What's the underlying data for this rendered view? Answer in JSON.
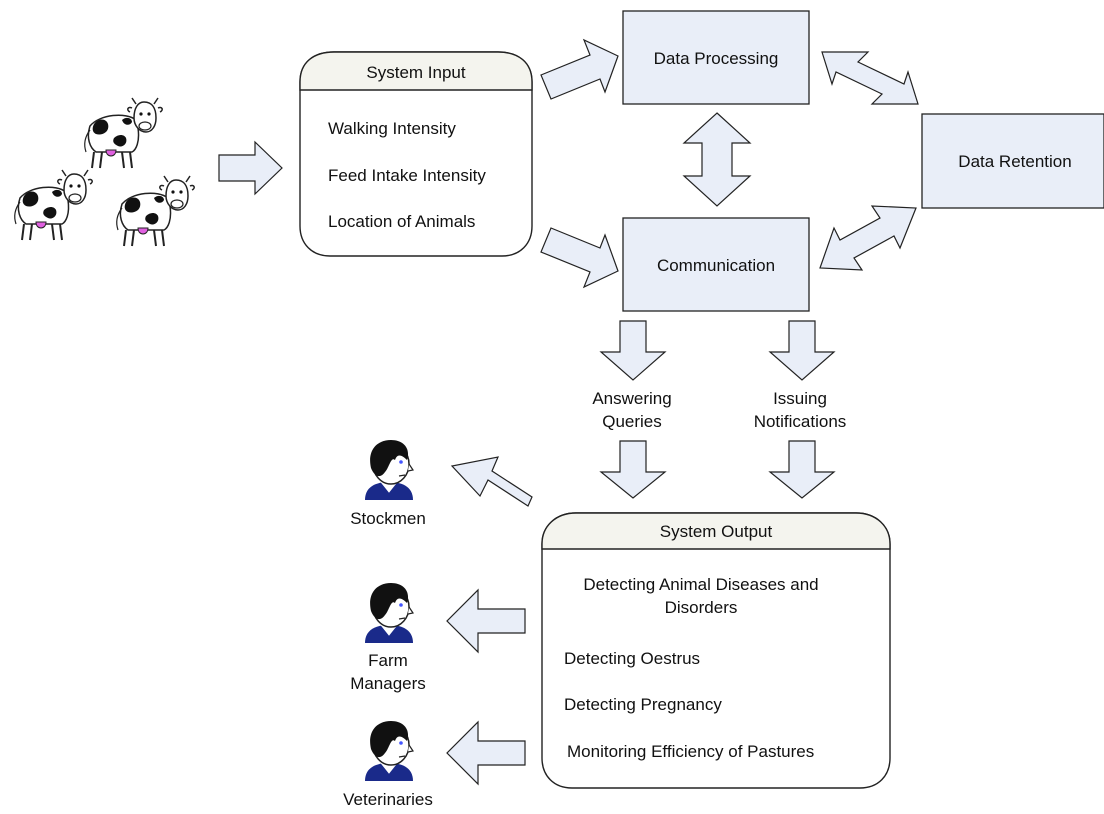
{
  "colors": {
    "box_fill": "#e9eef8",
    "arrow_fill": "#e9eef8",
    "header_fill": "#f4f4ee",
    "stroke": "#222222",
    "udder": "#e060e0",
    "eye": "#4455ff",
    "shirt": "#1a2a8a"
  },
  "input": {
    "title": "System Input",
    "items": [
      "Walking Intensity",
      "Feed Intake Intensity",
      "Location of Animals"
    ]
  },
  "processing": {
    "label": "Data Processing"
  },
  "communication": {
    "label": "Communication"
  },
  "retention": {
    "label": "Data Retention"
  },
  "branches": {
    "queries": {
      "line1": "Answering",
      "line2": "Queries"
    },
    "notifications": {
      "line1": "Issuing",
      "line2": "Notifications"
    }
  },
  "output": {
    "title": "System Output",
    "item1_line1": "Detecting Animal Diseases and",
    "item1_line2": "Disorders",
    "item2": "Detecting Oestrus",
    "item3": "Detecting Pregnancy",
    "item4": "Monitoring Efficiency of Pastures"
  },
  "people": {
    "stockmen": "Stockmen",
    "farm_line1": "Farm",
    "farm_line2": "Managers",
    "vets": "Veterinaries"
  },
  "icons": {
    "cow": "cow-icon",
    "person": "person-icon"
  }
}
